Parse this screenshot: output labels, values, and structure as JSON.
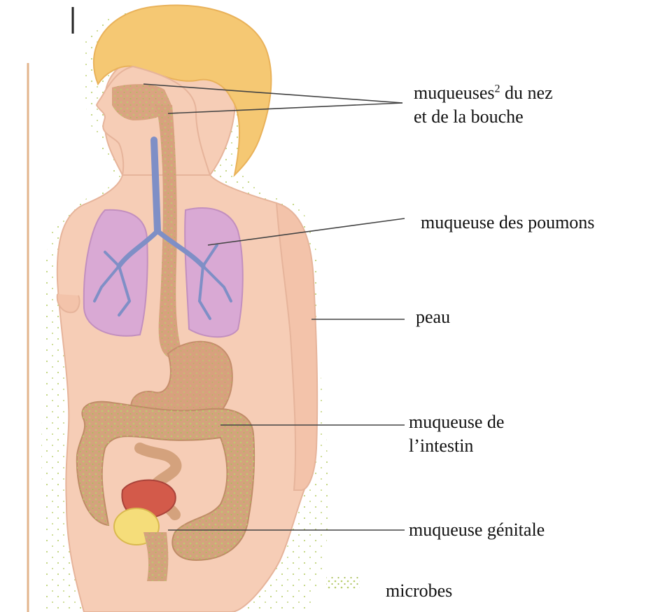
{
  "diagram": {
    "labels": {
      "nez": {
        "text": "muqueuses",
        "sup": "2",
        "rest": " du nez",
        "line2": "et de la bouche"
      },
      "poumons": "muqueuse des poumons",
      "peau": "peau",
      "intestin": {
        "line1": "muqueuse de",
        "line2": "l’intestin"
      },
      "genitale": "muqueuse génitale",
      "microbes": "microbes"
    },
    "colors": {
      "skin": "#f6cdb6",
      "hair": "#f5c873",
      "lungs": "#d9a9d4",
      "airways": "#7f8fc6",
      "digestive": "#d8a07e",
      "microbe_dots": "#c9d98c",
      "leader_lines": "#444444"
    }
  }
}
